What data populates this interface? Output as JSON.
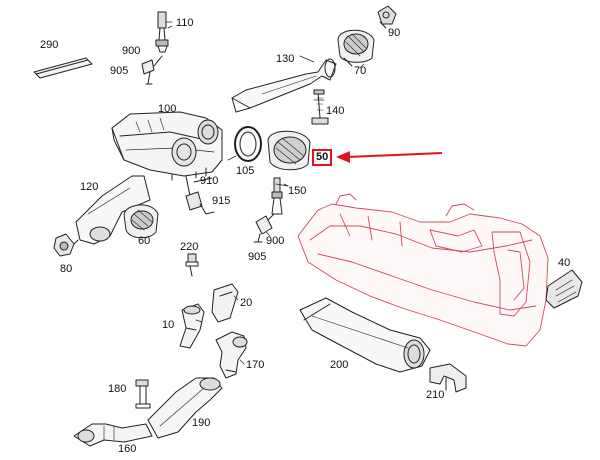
{
  "diagram": {
    "highlight_color": "#e0141e",
    "line_color": "#222222",
    "dashboard_color": "#d14a55",
    "labels": {
      "p110": "110",
      "p290": "290",
      "p900a": "900",
      "p905a": "905",
      "p90": "90",
      "p130": "130",
      "p70": "70",
      "p100": "100",
      "p140": "140",
      "p105": "105",
      "p50": "50",
      "p120": "120",
      "p910": "910",
      "p915": "915",
      "p150": "150",
      "p60": "60",
      "p80": "80",
      "p220": "220",
      "p900b": "900",
      "p905b": "905",
      "p40": "40",
      "p20": "20",
      "p10": "10",
      "p170": "170",
      "p200": "200",
      "p180": "180",
      "p210": "210",
      "p190": "190",
      "p160": "160"
    },
    "highlighted_part": "p50",
    "pointer_arrow": "arrow-left"
  }
}
